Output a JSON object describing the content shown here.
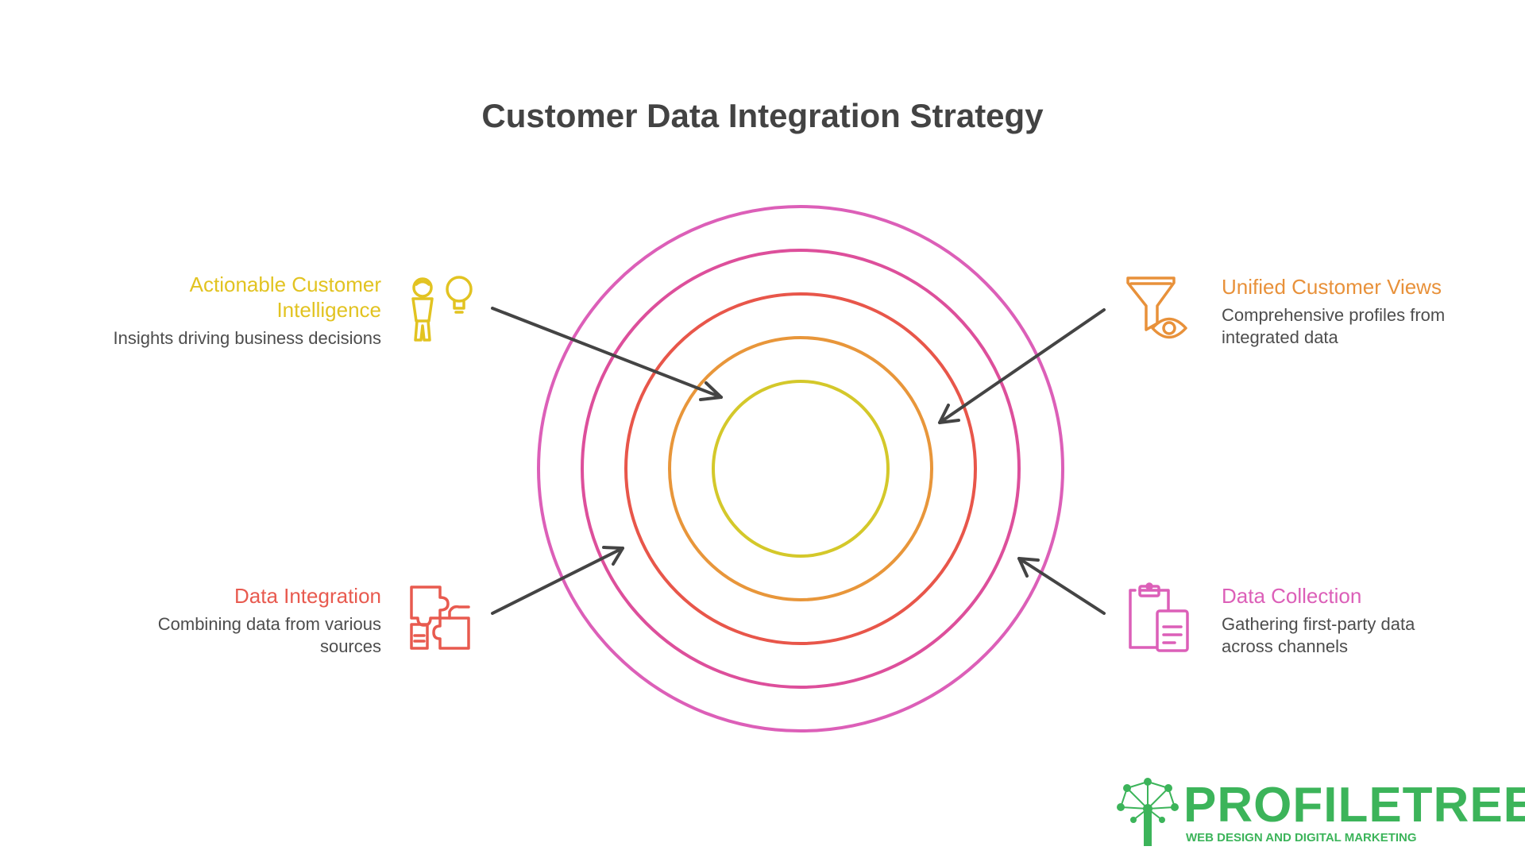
{
  "title": "Customer Data Integration Strategy",
  "colors": {
    "ring_yellow": "#d4c82a",
    "ring_orange": "#e8963a",
    "ring_red": "#e8564a",
    "ring_pink": "#dd4f9b",
    "ring_magenta": "#dc5fb8",
    "arrow": "#444444",
    "logo_green": "#3cb45a"
  },
  "items": [
    {
      "id": "actionable",
      "title": "Actionable Customer Intelligence",
      "title_line1": "Actionable Customer",
      "title_line2": "Intelligence",
      "description": "Insights driving business decisions",
      "color": "#e2c321",
      "icon": "person-lightbulb-icon"
    },
    {
      "id": "unified",
      "title": "Unified Customer Views",
      "description_line1": "Comprehensive profiles from",
      "description_line2": "integrated data",
      "color": "#e8913a",
      "icon": "funnel-eye-icon"
    },
    {
      "id": "integration",
      "title": "Data Integration",
      "description_line1": "Combining data from various",
      "description_line2": "sources",
      "color": "#e85a4f",
      "icon": "puzzle-icon"
    },
    {
      "id": "collection",
      "title": "Data Collection",
      "description_line1": "Gathering first-party data",
      "description_line2": "across channels",
      "color": "#dc5fb8",
      "icon": "clipboard-icon"
    }
  ],
  "logo": {
    "name": "PROFILETREE",
    "tagline": "WEB DESIGN AND DIGITAL MARKETING",
    "icon": "tree-network-icon"
  }
}
